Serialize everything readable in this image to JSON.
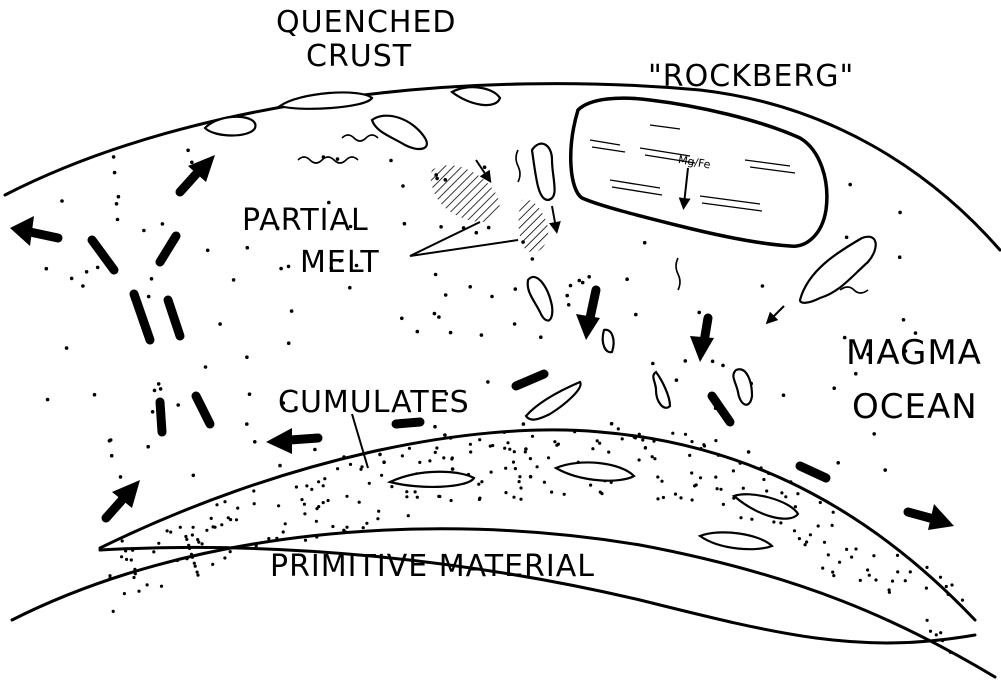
{
  "labels": {
    "quenched_crust_line1": "QUENCHED",
    "quenched_crust_line2": "CRUST",
    "rockberg": "\"ROCKBERG\"",
    "partial_melt_line1": "PARTIAL",
    "partial_melt_line2": "MELT",
    "magma_ocean_line1": "MAGMA",
    "magma_ocean_line2": "OCEAN",
    "cumulates": "CUMULATES",
    "primitive_material": "PRIMITIVE MATERIAL",
    "mg_fe": "Mg/Fe"
  }
}
